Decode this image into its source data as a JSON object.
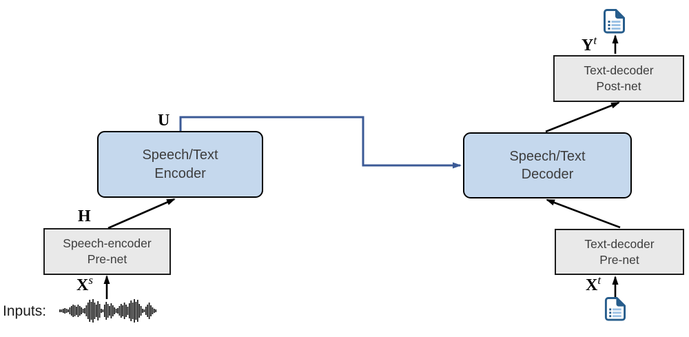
{
  "figure": {
    "colors": {
      "box_blue": "#c5d8ed",
      "box_blue_border": "#000000",
      "box_gray": "#e9e9e9",
      "box_gray_border": "#1b1b1b",
      "node_text": "#3d3d3d",
      "connector_blue": "#3b5a96",
      "icon_dark_blue": "#275d8c",
      "icon_light_blue": "#9cc2e5"
    },
    "nodes": {
      "encoder": {
        "line1": "Speech/Text",
        "line2": "Encoder"
      },
      "decoder": {
        "line1": "Speech/Text",
        "line2": "Decoder"
      },
      "text_post_net": {
        "line1": "Text-decoder",
        "line2": "Post-net"
      },
      "text_pre_net": {
        "line1": "Text-decoder",
        "line2": "Pre-net"
      },
      "speech_pre_net": {
        "line1": "Speech-encoder",
        "line2": "Pre-net"
      }
    },
    "labels": {
      "encoder_output": "U",
      "encoder_prenet_output": "H",
      "speech_input_base": "X",
      "speech_input_sup": "s",
      "text_input_base": "X",
      "text_input_sup": "t",
      "text_output_base": "Y",
      "text_output_sup": "t",
      "inputs_caption": "Inputs:"
    },
    "icons": {
      "top_right": "text-document-icon",
      "bottom_right": "text-document-icon",
      "bottom_left": "speech-waveform-icon"
    }
  }
}
